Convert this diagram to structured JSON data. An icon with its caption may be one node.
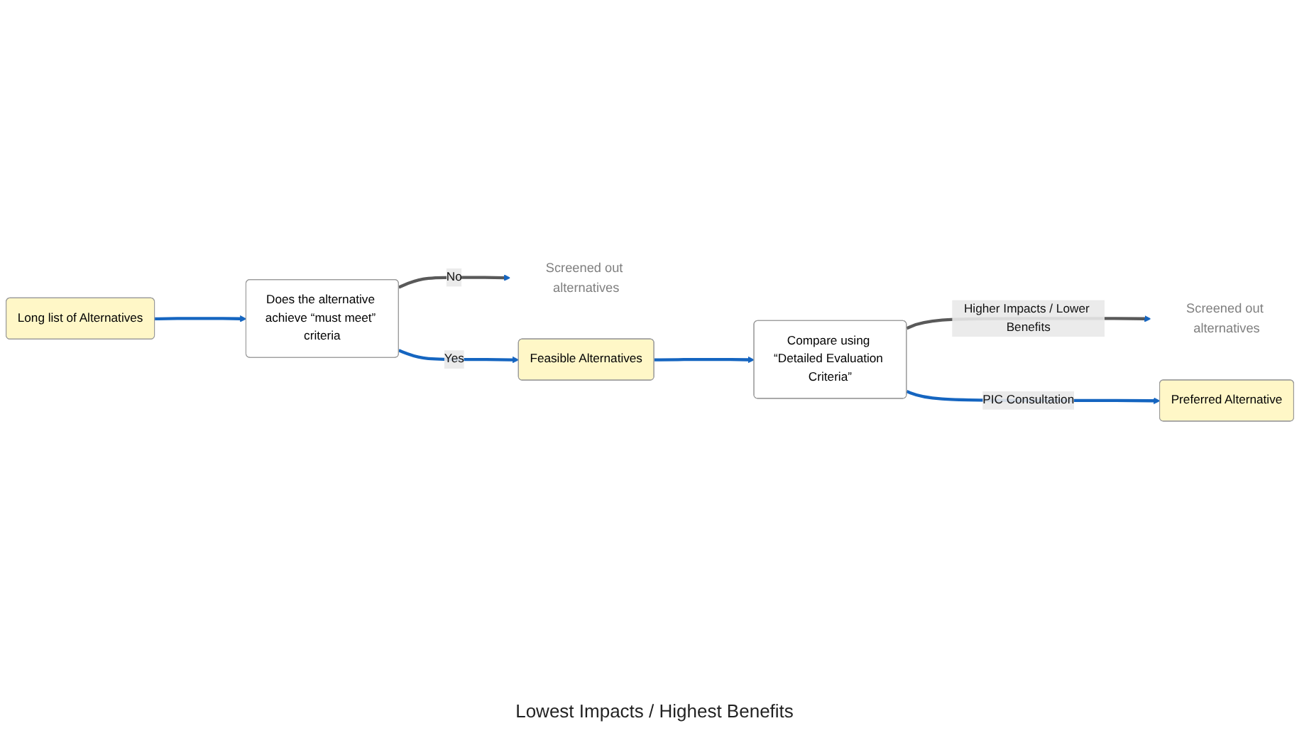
{
  "diagram": {
    "nodes": [
      {
        "text": [
          "Long list of Alternatives"
        ]
      },
      {
        "text": [
          "Does the alternative achieve “must meet” criteria"
        ]
      },
      {
        "text": [
          "Screened out alternatives"
        ]
      },
      {
        "text": [
          "Feasible Alternatives"
        ]
      },
      {
        "text": [
          "Compare using “Detailed Evaluation Criteria”"
        ]
      },
      {
        "text": [
          "Screened out alternatives"
        ]
      },
      {
        "text": [
          "Preferred Alternative"
        ]
      }
    ],
    "edges": [
      {
        "from": 0,
        "to": 1,
        "arrow": "to"
      },
      {
        "from": 1,
        "to": 2,
        "arrow": "to",
        "label": "No",
        "color": "#595959"
      },
      {
        "from": 1,
        "to": 3,
        "arrow": "to",
        "label": "Yes"
      },
      {
        "from": 3,
        "to": 4,
        "arrow": "to"
      },
      {
        "from": 4,
        "to": 5,
        "arrow": "to",
        "label": "Higher Impacts / Lower Benefits",
        "color": "#595959"
      },
      {
        "from": 4,
        "to": 6,
        "arrow": "to",
        "label": "PIC Consultation"
      }
    ],
    "labels": [
      "Lowest Impacts / Highest Benefits"
    ]
  }
}
